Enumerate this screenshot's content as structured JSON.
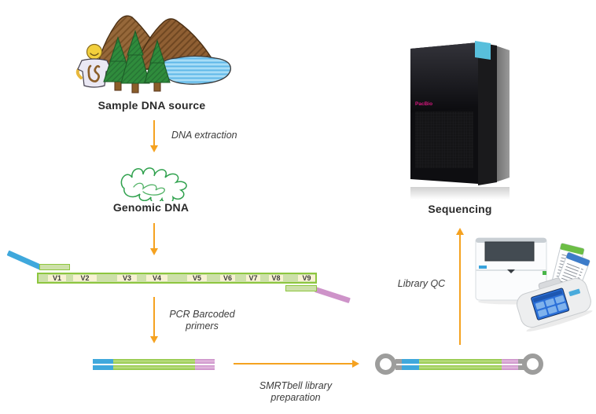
{
  "workflow": {
    "sample_source_label": "Sample DNA source",
    "dna_extraction_label": "DNA extraction",
    "genomic_dna_label": "Genomic DNA",
    "pcr_label_line1": "PCR Barcoded",
    "pcr_label_line2": "primers",
    "smrtbell_label_line1": "SMRTbell library",
    "smrtbell_label_line2": "preparation",
    "library_qc_label": "Library QC",
    "sequencing_label": "Sequencing",
    "sequencer_brand": "PacBio"
  },
  "gene": {
    "regions": [
      "V1",
      "V2",
      "V3",
      "V4",
      "V5",
      "V6",
      "V7",
      "V8",
      "V9"
    ]
  },
  "colors": {
    "arrow_orange": "#F5A220",
    "barcode_blue": "#3FA8DC",
    "barcode_pink": "#CE93C9",
    "amplicon_green": "#A5CE55",
    "gene_bar_fill": "#CDE0A9",
    "gene_bar_border": "#8DC63F",
    "v_region_fill": "#F8F2D3",
    "adapter_gray": "#9D9D9C",
    "genomic_dna_green": "#2FA14D",
    "sequencer_accent_cyan": "#58BFDC",
    "sequencer_logo_magenta": "#D6177E"
  }
}
